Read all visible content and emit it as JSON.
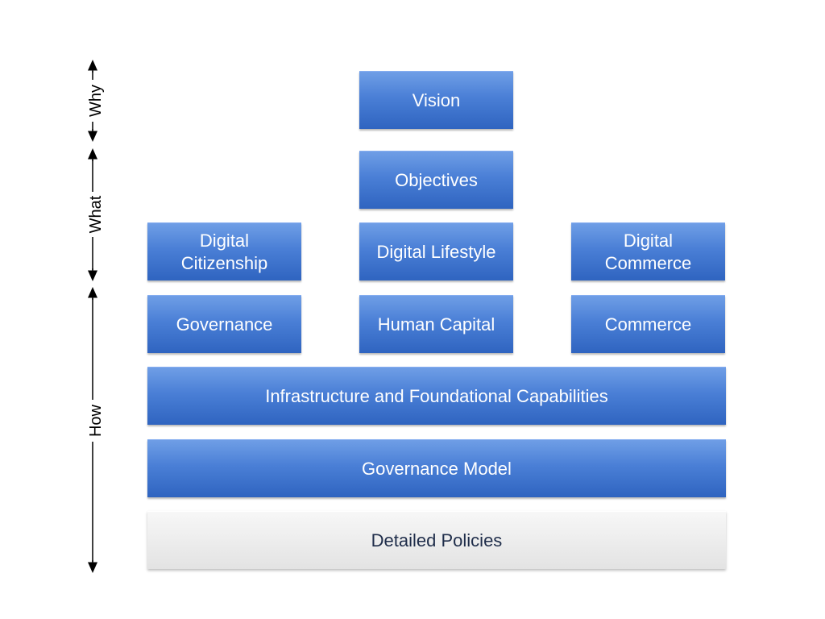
{
  "axis": {
    "why": "Why",
    "what": "What",
    "how": "How"
  },
  "boxes": {
    "vision": "Vision",
    "objectives": "Objectives",
    "digital_citizenship": "Digital\nCitizenship",
    "digital_lifestyle": "Digital Lifestyle",
    "digital_commerce": "Digital\nCommerce",
    "governance": "Governance",
    "human_capital": "Human Capital",
    "commerce": "Commerce",
    "infrastructure": "Infrastructure and Foundational Capabilities",
    "governance_model": "Governance Model",
    "detailed_policies": "Detailed Policies"
  },
  "colors": {
    "box_blue": "#4a7fd6",
    "box_light": "#e8e8e8",
    "light_text": "#1f2d4a"
  }
}
